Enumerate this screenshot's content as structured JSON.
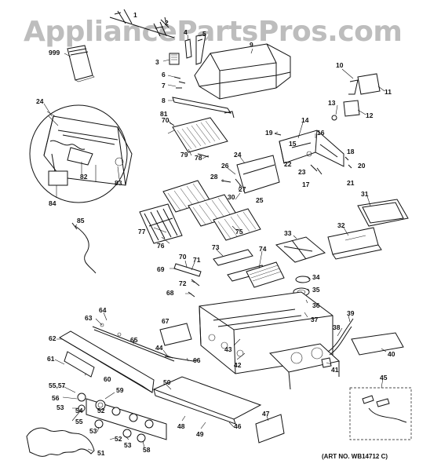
{
  "watermark": "AppliancePartsPros.com",
  "art_number": "(ART NO. WB14712 C)",
  "part_labels": [
    {
      "id": "p1",
      "text": "1"
    },
    {
      "id": "p2",
      "text": "2"
    },
    {
      "id": "p3",
      "text": "3"
    },
    {
      "id": "p4",
      "text": "4"
    },
    {
      "id": "p5",
      "text": "5"
    },
    {
      "id": "p6",
      "text": "6"
    },
    {
      "id": "p7",
      "text": "7"
    },
    {
      "id": "p8",
      "text": "8"
    },
    {
      "id": "p9",
      "text": "9"
    },
    {
      "id": "p10",
      "text": "10"
    },
    {
      "id": "p11",
      "text": "11"
    },
    {
      "id": "p12",
      "text": "12"
    },
    {
      "id": "p13",
      "text": "13"
    },
    {
      "id": "p14",
      "text": "14"
    },
    {
      "id": "p15",
      "text": "15"
    },
    {
      "id": "p16",
      "text": "16"
    },
    {
      "id": "p17",
      "text": "17"
    },
    {
      "id": "p18",
      "text": "18"
    },
    {
      "id": "p19",
      "text": "19"
    },
    {
      "id": "p20",
      "text": "20"
    },
    {
      "id": "p21",
      "text": "21"
    },
    {
      "id": "p22",
      "text": "22"
    },
    {
      "id": "p23",
      "text": "23"
    },
    {
      "id": "p24a",
      "text": "24"
    },
    {
      "id": "p24b",
      "text": "24"
    },
    {
      "id": "p25",
      "text": "25"
    },
    {
      "id": "p26",
      "text": "26"
    },
    {
      "id": "p27",
      "text": "27"
    },
    {
      "id": "p28",
      "text": "28"
    },
    {
      "id": "p30",
      "text": "30"
    },
    {
      "id": "p31",
      "text": "31"
    },
    {
      "id": "p32",
      "text": "32"
    },
    {
      "id": "p33",
      "text": "33"
    },
    {
      "id": "p34",
      "text": "34"
    },
    {
      "id": "p35",
      "text": "35"
    },
    {
      "id": "p36",
      "text": "36"
    },
    {
      "id": "p37",
      "text": "37"
    },
    {
      "id": "p38",
      "text": "38"
    },
    {
      "id": "p39",
      "text": "39"
    },
    {
      "id": "p40",
      "text": "40"
    },
    {
      "id": "p41",
      "text": "41"
    },
    {
      "id": "p42",
      "text": "42"
    },
    {
      "id": "p43",
      "text": "43"
    },
    {
      "id": "p44",
      "text": "44"
    },
    {
      "id": "p45",
      "text": "45"
    },
    {
      "id": "p46",
      "text": "46"
    },
    {
      "id": "p47",
      "text": "47"
    },
    {
      "id": "p48",
      "text": "48"
    },
    {
      "id": "p49",
      "text": "49"
    },
    {
      "id": "p50",
      "text": "50"
    },
    {
      "id": "p51",
      "text": "51"
    },
    {
      "id": "p52a",
      "text": "52"
    },
    {
      "id": "p52b",
      "text": "52"
    },
    {
      "id": "p53a",
      "text": "53"
    },
    {
      "id": "p53b",
      "text": "53"
    },
    {
      "id": "p53c",
      "text": "53"
    },
    {
      "id": "p54",
      "text": "54"
    },
    {
      "id": "p55",
      "text": "55"
    },
    {
      "id": "p5557",
      "text": "55,57"
    },
    {
      "id": "p56",
      "text": "56"
    },
    {
      "id": "p58",
      "text": "58"
    },
    {
      "id": "p59",
      "text": "59"
    },
    {
      "id": "p60",
      "text": "60"
    },
    {
      "id": "p61",
      "text": "61"
    },
    {
      "id": "p62",
      "text": "62"
    },
    {
      "id": "p63",
      "text": "63"
    },
    {
      "id": "p64",
      "text": "64"
    },
    {
      "id": "p65",
      "text": "65"
    },
    {
      "id": "p66",
      "text": "66"
    },
    {
      "id": "p67",
      "text": "67"
    },
    {
      "id": "p68",
      "text": "68"
    },
    {
      "id": "p69",
      "text": "69"
    },
    {
      "id": "p70a",
      "text": "70"
    },
    {
      "id": "p70b",
      "text": "70"
    },
    {
      "id": "p71",
      "text": "71"
    },
    {
      "id": "p72",
      "text": "72"
    },
    {
      "id": "p73",
      "text": "73"
    },
    {
      "id": "p74",
      "text": "74"
    },
    {
      "id": "p75",
      "text": "75"
    },
    {
      "id": "p76",
      "text": "76"
    },
    {
      "id": "p77",
      "text": "77"
    },
    {
      "id": "p78",
      "text": "78"
    },
    {
      "id": "p79",
      "text": "79"
    },
    {
      "id": "p81",
      "text": "81"
    },
    {
      "id": "p82",
      "text": "82"
    },
    {
      "id": "p83",
      "text": "83"
    },
    {
      "id": "p84",
      "text": "84"
    },
    {
      "id": "p85",
      "text": "85"
    },
    {
      "id": "p999",
      "text": "999"
    }
  ]
}
